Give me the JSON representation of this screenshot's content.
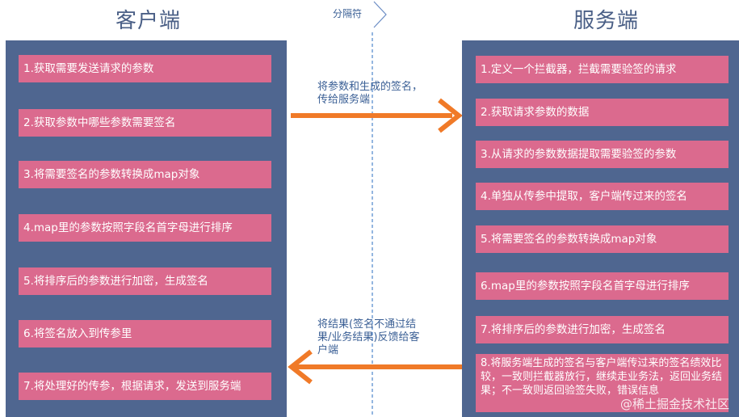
{
  "client": {
    "title": "客户端",
    "steps": [
      "1.获取需要发送请求的参数",
      "2.获取参数中哪些参数需要签名",
      "3.将需要签名的参数转换成map对象",
      "4.map里的参数按照字段名首字母进行排序",
      "5.将排序后的参数进行加密，生成签名",
      "6.将签名放入到传参里",
      "7.将处理好的传参，根据请求，发送到服务端"
    ]
  },
  "server": {
    "title": "服务端",
    "steps": [
      "1.定义一个拦截器，拦截需要验签的请求",
      "2.获取请求参数的数据",
      "3.从请求的参数数据提取需要验签的参数",
      "4.单独从传参中提取，客户端传过来的签名",
      "5.将需要签名的参数转换成map对象",
      "6.map里的参数按照字段名首字母进行排序",
      "7.将排序后的参数进行加密，生成签名",
      "8.将服务端生成的签名与客户端传过来的签名绩效比较，一致则拦截器放行，继续走业务法，返回业务结果；不一致则返回验签失败，错误信息"
    ]
  },
  "separator": {
    "label": "分隔符"
  },
  "arrows": {
    "request_label": "将参数和生成的签名，传给服务端",
    "response_label": "将结果(签名不通过结果/业务结果)反馈给客户端"
  },
  "watermark": "@稀土掘金技术社区",
  "colors": {
    "panel": "#4f6690",
    "box": "#db6a8e",
    "arrow": "#f07a28",
    "title": "#4a5f86"
  }
}
